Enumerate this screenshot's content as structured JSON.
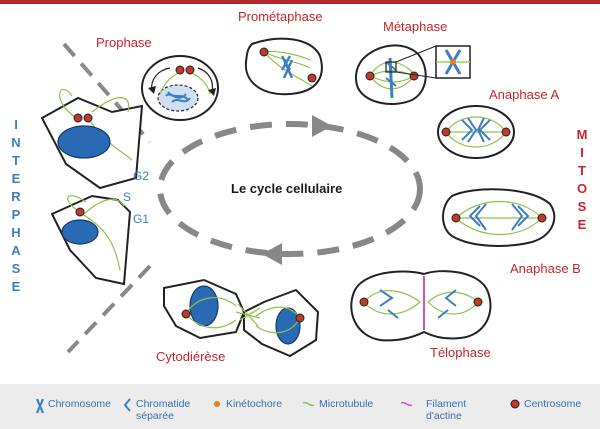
{
  "title": "Le cycle cellulaire",
  "vertical": {
    "interphase": [
      "I",
      "N",
      "T",
      "E",
      "R",
      "P",
      "H",
      "A",
      "S",
      "E"
    ],
    "mitose": [
      "M",
      "I",
      "T",
      "O",
      "S",
      "E"
    ]
  },
  "interphase_phases": {
    "g2": "G2",
    "s": "S",
    "g1": "G1"
  },
  "stages": {
    "prophase": "Prophase",
    "prometaphase": "Prométaphase",
    "metaphase": "Métaphase",
    "anaphase_a": "Anaphase A",
    "anaphase_b": "Anaphase B",
    "telophase": "Télophase",
    "cytodierese": "Cytodiérèse"
  },
  "legend": {
    "chromosome": "Chromosome",
    "chromatide_1": "Chromatide",
    "chromatide_2": "séparée",
    "kinetochore": "Kinétochore",
    "microtubule": "Microtubule",
    "filament_1": "Filament",
    "filament_2": "d'actine",
    "centrosome": "Centrosome"
  },
  "colors": {
    "stage_label": "#c8242b",
    "phase_label": "#3d7fc2",
    "chromosome": "#3d7fc2",
    "microtubule": "#8bc34a",
    "centrosome": "#c0392b",
    "kinetochore": "#e67e22",
    "actin": "#d050c8",
    "dashes": "#888888",
    "legend_bg": "#ececec"
  }
}
